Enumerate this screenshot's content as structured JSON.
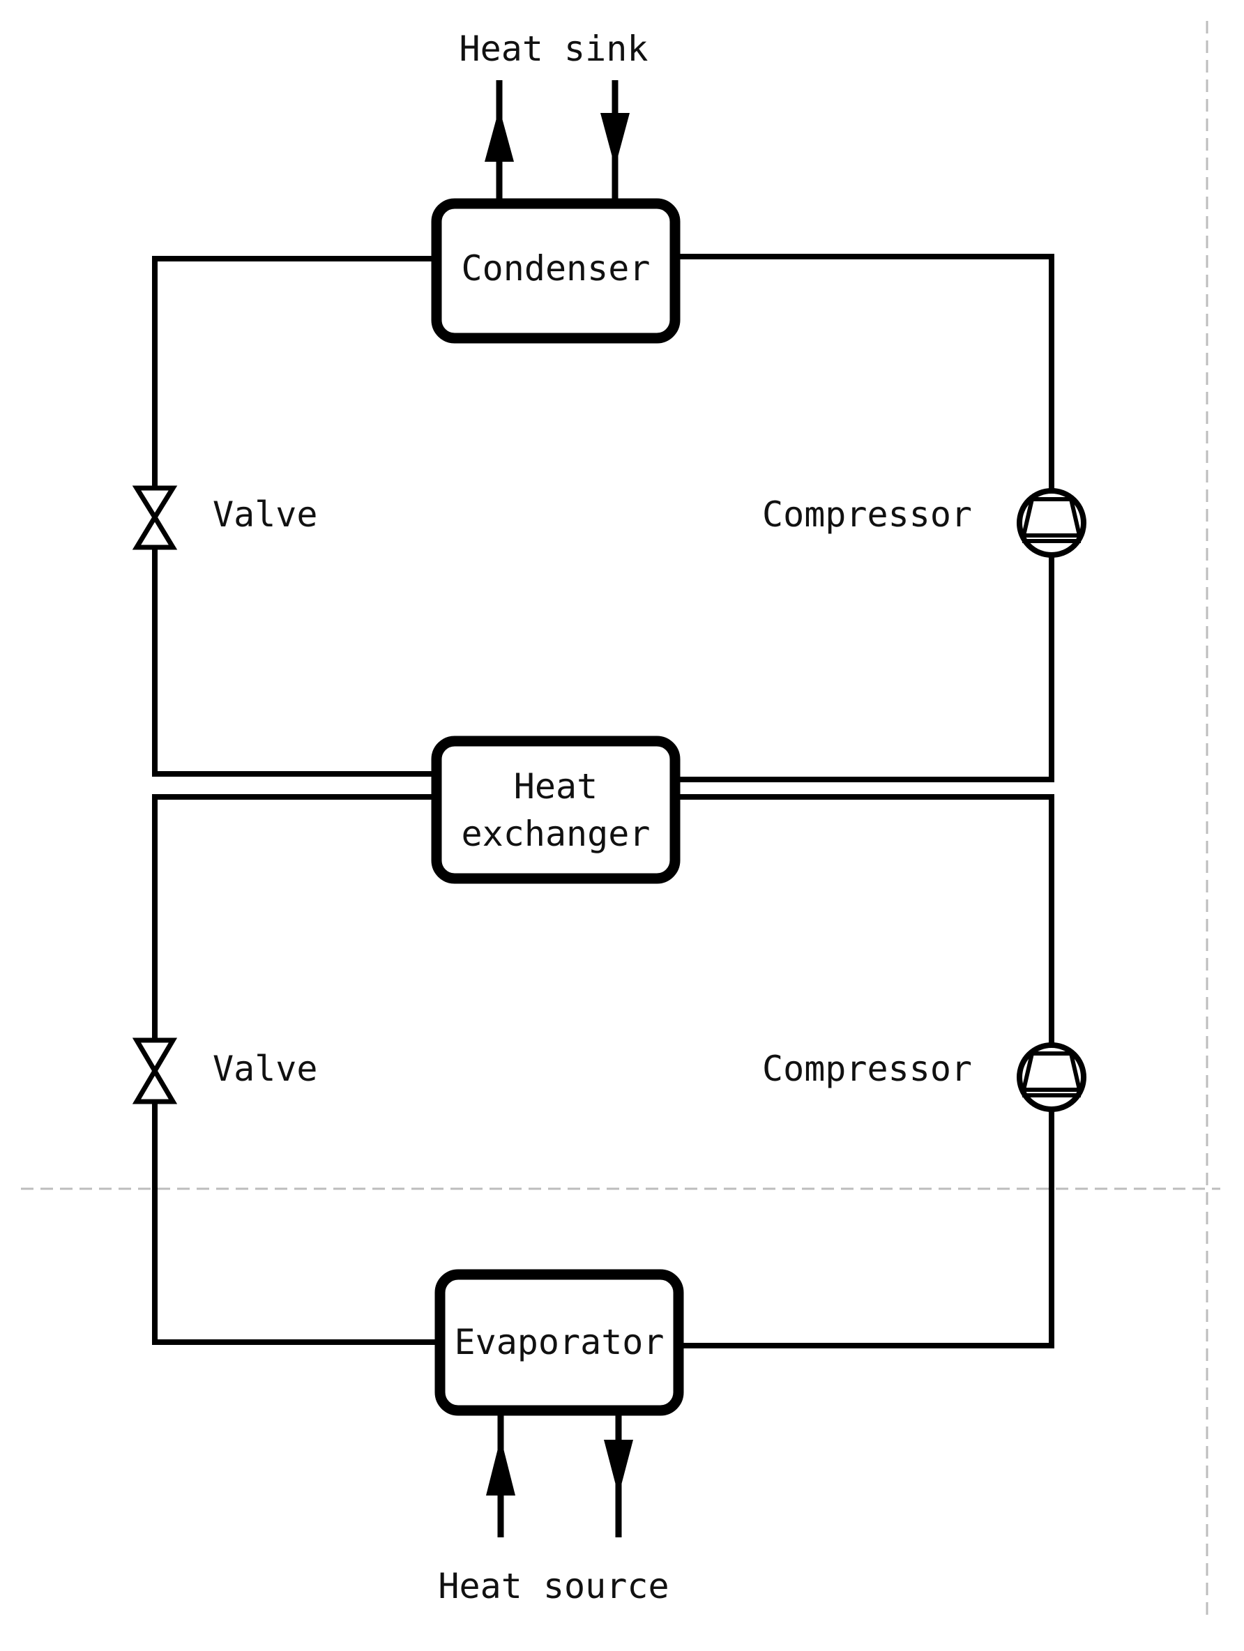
{
  "labels": {
    "heat_sink": "Heat sink",
    "heat_source": "Heat source",
    "valve_upper": "Valve",
    "valve_lower": "Valve",
    "compressor_upper": "Compressor",
    "compressor_lower": "Compressor"
  },
  "components": {
    "condenser": "Condenser",
    "heat_exchanger_line1": "Heat",
    "heat_exchanger_line2": "exchanger",
    "evaporator": "Evaporator"
  },
  "colors": {
    "line": "#000000",
    "guide": "#bdbdbd",
    "background": "#ffffff"
  }
}
